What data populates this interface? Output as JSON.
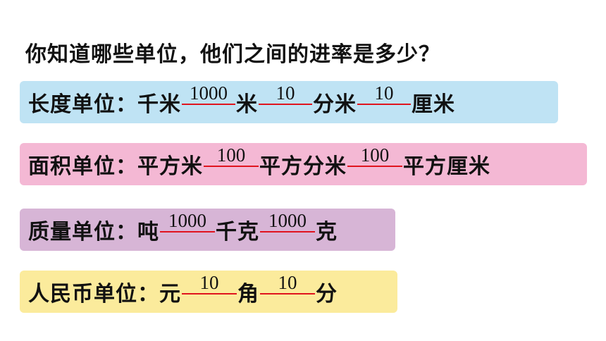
{
  "question": "你知道哪些单位，他们之间的进率是多少？",
  "rows": [
    {
      "label": "长度单位：",
      "bg": "#bfe3f4",
      "u0": "千米",
      "r1": "1000",
      "u1": "米",
      "r2": "10",
      "u2": "分米",
      "r3": "10",
      "u3": "厘米"
    },
    {
      "label": "面积单位：",
      "bg": "#f4b8d4",
      "u0": "平方米",
      "r1": "100",
      "u1": "平方分米",
      "r2": "100",
      "u2": "平方厘米"
    },
    {
      "label": "质量单位：",
      "bg": "#d7b5d6",
      "u0": "吨",
      "r1": "1000",
      "u1": "千克",
      "r2": "1000",
      "u2": "克"
    },
    {
      "label": "人民币单位：",
      "bg": "#fbeb9c",
      "u0": "元",
      "r1": "10",
      "u1": "角",
      "r2": "10",
      "u2": "分"
    }
  ],
  "colors": {
    "rate_line": "#e0141e"
  }
}
